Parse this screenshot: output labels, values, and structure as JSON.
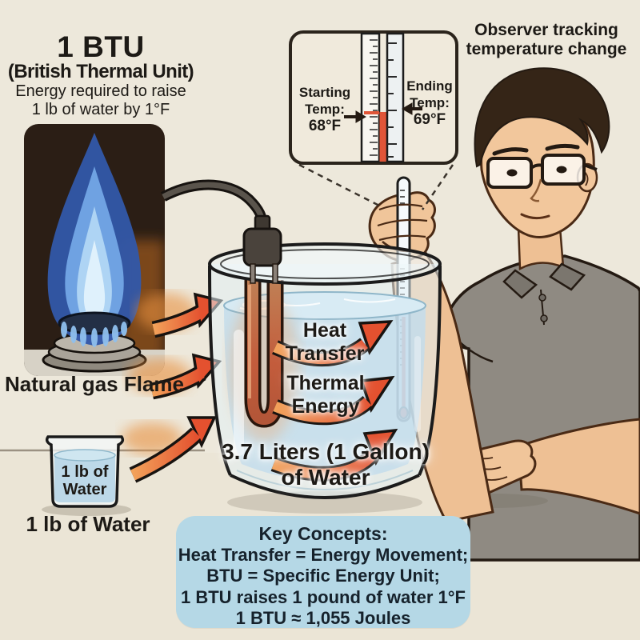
{
  "header": {
    "btu_title": "1 BTU",
    "btu_subtitle": "(British Thermal Unit)",
    "btu_desc_line1": "Energy required to raise",
    "btu_desc_line2": "1 lb of water by 1°F",
    "observer_line1": "Observer tracking",
    "observer_line2": "temperature change"
  },
  "inset_panel": {
    "starting_word": "Starting",
    "starting_temp_word": "Temp:",
    "starting_value": "68°F",
    "ending_word": "Ending",
    "ending_temp_word": "Temp:",
    "ending_value": "69°F"
  },
  "flame_section": {
    "caption": "Natural gas Flame"
  },
  "small_beaker": {
    "inner_line1": "1 lb of",
    "inner_line2": "Water",
    "caption": "1 lb of Water"
  },
  "main_beaker": {
    "heat_line1": "Heat",
    "heat_line2": "Transfer",
    "thermal_line1": "Thermal",
    "thermal_line2": "Energy",
    "volume_line1": "3.7 Liters (1 Gallon)",
    "volume_line2": "of Water"
  },
  "key_concepts": {
    "heading": "Key Concepts:",
    "line1_bold": "Heat Transfer",
    "line1_rest": " = Energy Movement;",
    "line2": "BTU = Specific Energy Unit;",
    "line3": "1 BTU raises 1 pound of water 1°F",
    "line4": "1 BTU ≈ 1,055 Joules"
  },
  "colors": {
    "background": "#EDE8DB",
    "flame_panel_dark": "#2B1E15",
    "flame_blue": "#3257A8",
    "arrow_red": "#E4512F",
    "arrow_orange": "#F2A25A",
    "water_blue": "#C2DCEC",
    "key_box_blue": "#B5D8E6",
    "mercury_red": "#DD4F33",
    "shirt_gray": "#8F8A82",
    "skin": "#F0C59A"
  }
}
